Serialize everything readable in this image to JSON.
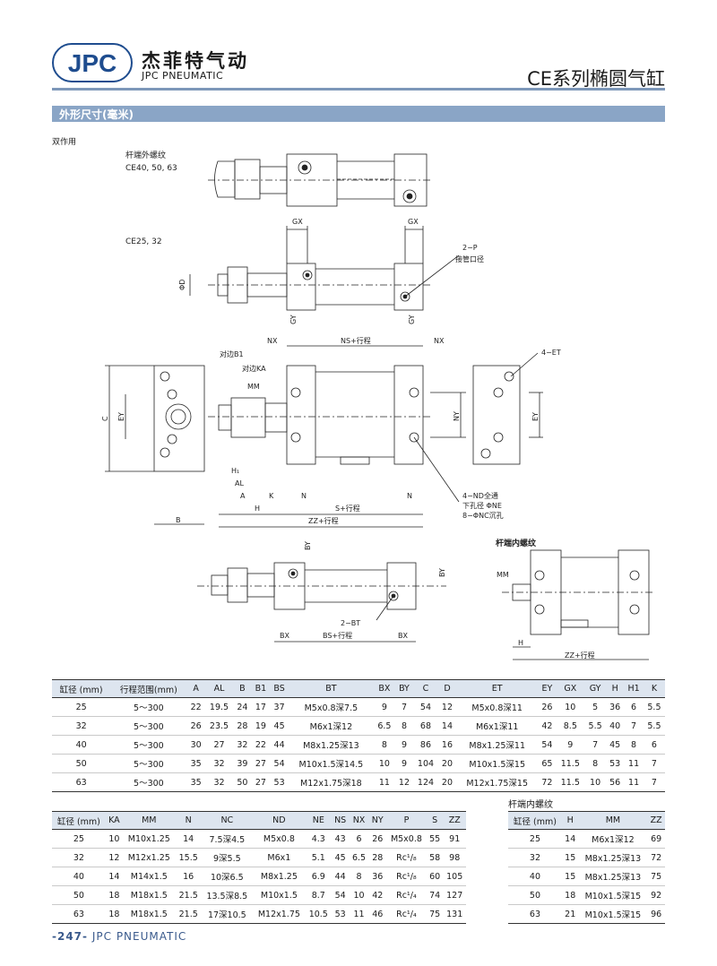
{
  "header": {
    "logo_text": "JPC",
    "brand_cn": "杰菲特气动",
    "brand_en": "JPC PNEUMATIC",
    "series_title": "CE系列椭圆气缸"
  },
  "section_title": "外形尺寸(毫米)",
  "drawings": {
    "double_acting": "双作用",
    "rod_ext_thread": "杆端外螺纹",
    "ext_models": "CE40, 50, 63",
    "small_models": "CE25, 32",
    "rod_int_thread": "杆端内螺纹",
    "labels": {
      "gx": "GX",
      "gy": "GY",
      "phi_d": "ΦD",
      "two_p": "2−P",
      "port": "接管口径",
      "nx": "NX",
      "ns_stroke": "NS+行程",
      "four_et": "4−ET",
      "b1": "对边B1",
      "ka": "对边KA",
      "mm": "MM",
      "h1": "H₁",
      "al": "AL",
      "a": "A",
      "k": "K",
      "h": "H",
      "n": "N",
      "s_stroke": "S+行程",
      "zz_stroke": "ZZ+行程",
      "c": "C",
      "ey": "EY",
      "ny": "NY",
      "b": "B",
      "nd_note1": "4−ND全通",
      "nd_note2": "下孔径 ΦNE",
      "nd_note3": "8−ΦNC沉孔",
      "by": "BY",
      "two_bt": "2−BT",
      "bx": "BX",
      "bs_stroke": "BS+行程"
    }
  },
  "table1": {
    "headers": [
      "缸径 (mm)",
      "行程范围(mm)",
      "A",
      "AL",
      "B",
      "B1",
      "BS",
      "BT",
      "BX",
      "BY",
      "C",
      "D",
      "ET",
      "EY",
      "GX",
      "GY",
      "H",
      "H1",
      "K"
    ],
    "rows": [
      [
        "25",
        "5～300",
        "22",
        "19.5",
        "24",
        "17",
        "37",
        "M5x0.8深7.5",
        "9",
        "7",
        "54",
        "12",
        "M5x0.8深11",
        "26",
        "10",
        "5",
        "36",
        "6",
        "5.5"
      ],
      [
        "32",
        "5～300",
        "26",
        "23.5",
        "28",
        "19",
        "45",
        "M6x1深12",
        "6.5",
        "8",
        "68",
        "14",
        "M6x1深11",
        "42",
        "8.5",
        "5.5",
        "40",
        "7",
        "5.5"
      ],
      [
        "40",
        "5～300",
        "30",
        "27",
        "32",
        "22",
        "44",
        "M8x1.25深13",
        "8",
        "9",
        "86",
        "16",
        "M8x1.25深11",
        "54",
        "9",
        "7",
        "45",
        "8",
        "6"
      ],
      [
        "50",
        "5～300",
        "35",
        "32",
        "39",
        "27",
        "54",
        "M10x1.5深14.5",
        "10",
        "9",
        "104",
        "20",
        "M10x1.5深15",
        "65",
        "11.5",
        "8",
        "53",
        "11",
        "7"
      ],
      [
        "63",
        "5～300",
        "35",
        "32",
        "50",
        "27",
        "53",
        "M12x1.75深18",
        "11",
        "12",
        "124",
        "20",
        "M12x1.75深15",
        "72",
        "11.5",
        "10",
        "56",
        "11",
        "7"
      ]
    ]
  },
  "table2": {
    "headers": [
      "缸径 (mm)",
      "KA",
      "MM",
      "N",
      "NC",
      "ND",
      "NE",
      "NS",
      "NX",
      "NY",
      "P",
      "S",
      "ZZ"
    ],
    "rows": [
      [
        "25",
        "10",
        "M10x1.25",
        "14",
        "7.5深4.5",
        "M5x0.8",
        "4.3",
        "43",
        "6",
        "26",
        "M5x0.8",
        "55",
        "91"
      ],
      [
        "32",
        "12",
        "M12x1.25",
        "15.5",
        "9深5.5",
        "M6x1",
        "5.1",
        "45",
        "6.5",
        "28",
        "Rc¹/₈",
        "58",
        "98"
      ],
      [
        "40",
        "14",
        "M14x1.5",
        "16",
        "10深6.5",
        "M8x1.25",
        "6.9",
        "44",
        "8",
        "36",
        "Rc¹/₈",
        "60",
        "105"
      ],
      [
        "50",
        "18",
        "M18x1.5",
        "21.5",
        "13.5深8.5",
        "M10x1.5",
        "8.7",
        "54",
        "10",
        "42",
        "Rc¹/₄",
        "74",
        "127"
      ],
      [
        "63",
        "18",
        "M18x1.5",
        "21.5",
        "17深10.5",
        "M12x1.75",
        "10.5",
        "53",
        "11",
        "46",
        "Rc¹/₄",
        "75",
        "131"
      ]
    ]
  },
  "table3": {
    "caption": "杆端内螺纹",
    "headers": [
      "缸径 (mm)",
      "H",
      "MM",
      "ZZ"
    ],
    "rows": [
      [
        "25",
        "14",
        "M6x1深12",
        "69"
      ],
      [
        "32",
        "15",
        "M8x1.25深13",
        "72"
      ],
      [
        "40",
        "15",
        "M8x1.25深13",
        "75"
      ],
      [
        "50",
        "18",
        "M10x1.5深15",
        "92"
      ],
      [
        "63",
        "21",
        "M10x1.5深15",
        "96"
      ]
    ]
  },
  "footer": {
    "page": "-247-",
    "brand": "JPC PNEUMATIC"
  }
}
